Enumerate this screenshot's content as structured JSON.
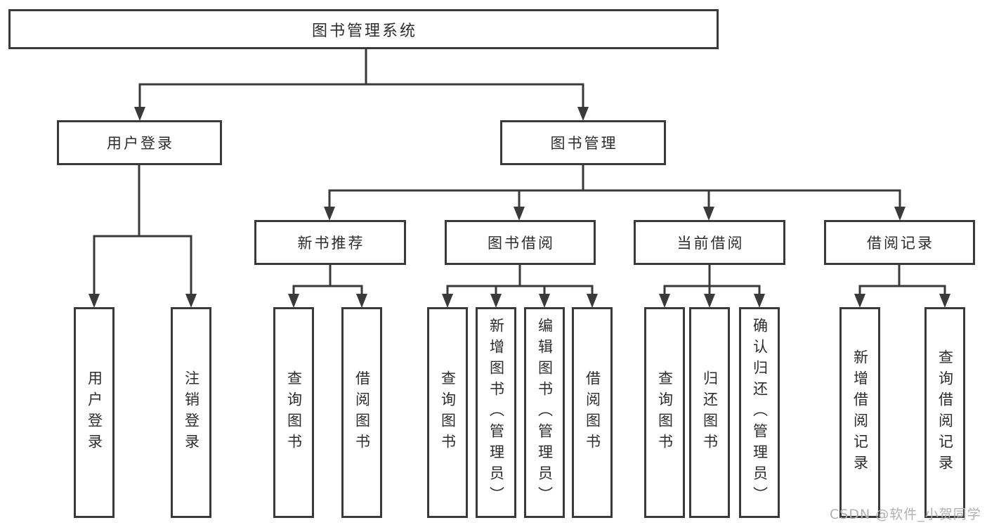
{
  "diagram": {
    "root": "图书管理系统",
    "level2": [
      {
        "label": "用户登录"
      },
      {
        "label": "图书管理"
      }
    ],
    "level3": [
      {
        "label": "新书推荐"
      },
      {
        "label": "图书借阅"
      },
      {
        "label": "当前借阅"
      },
      {
        "label": "借阅记录"
      }
    ],
    "user_login_children": [
      "用户登录",
      "注销登录"
    ],
    "new_book_children": [
      "查询图书",
      "借阅图书"
    ],
    "book_borrow_children": [
      "查询图书",
      "新增图书（管理员）",
      "编辑图书（管理员）",
      "借阅图书"
    ],
    "current_borrow_children": [
      "查询图书",
      "归还图书",
      "确认归还（管理员）"
    ],
    "borrow_record_children": [
      "新增借阅记录",
      "查询借阅记录"
    ],
    "colors": {
      "line": "#3a3a3a",
      "text": "#2d2d2d",
      "box_fill": "#ffffff",
      "background": "#ffffff",
      "watermark": "#b0b0b0"
    }
  },
  "watermark": "CSDN @软件_小贺同学"
}
